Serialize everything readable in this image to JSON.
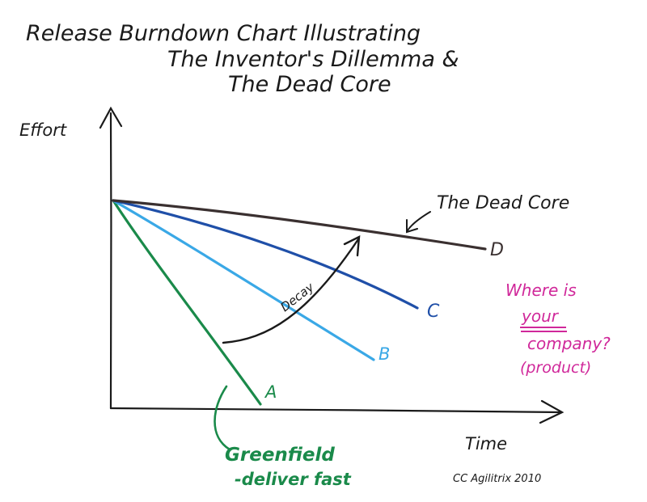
{
  "title": {
    "line1": "Release Burndown Chart Illustrating",
    "line2": "The Inventor's Dillemma &",
    "line3": "The Dead Core"
  },
  "axes": {
    "y_label": "Effort",
    "x_label": "Time"
  },
  "lines": [
    {
      "id": "A",
      "label": "A",
      "color": "#1a8a4a"
    },
    {
      "id": "B",
      "label": "B",
      "color": "#3aa8e6"
    },
    {
      "id": "C",
      "label": "C",
      "color": "#1f4fa8"
    },
    {
      "id": "D",
      "label": "D",
      "color": "#3a3030"
    }
  ],
  "annotations": {
    "dead_core": "The Dead Core",
    "decay": "Decay",
    "question_line1": "Where is",
    "question_line2": "your",
    "question_line3": "company?",
    "question_line4": "(product)",
    "greenfield_line1": "Greenfield",
    "greenfield_line2": "-deliver fast",
    "credit": "CC Agilitrix 2010"
  },
  "colors": {
    "ink": "#1a1a1a",
    "green": "#1a8a4a",
    "light_blue": "#3aa8e6",
    "dark_blue": "#1f4fa8",
    "dark_brown": "#3a3030",
    "magenta": "#d0289a"
  }
}
